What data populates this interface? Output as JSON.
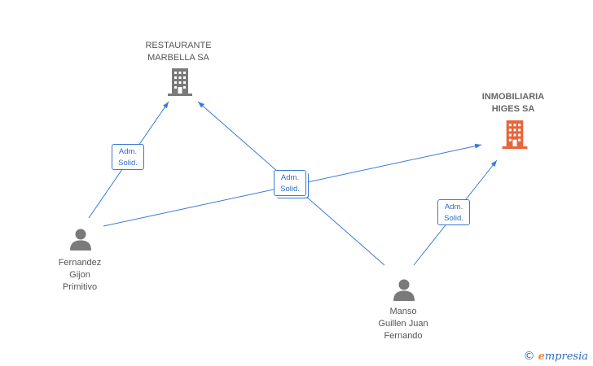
{
  "companies": {
    "restaurante": {
      "label": "RESTAURANTE\nMARBELLA SA",
      "icon": "building-icon",
      "color": "#7a7a7a"
    },
    "inmobiliaria": {
      "label": "INMOBILIARIA\nHIGES SA",
      "icon": "building-icon",
      "color": "#e8643a"
    }
  },
  "persons": {
    "fernandez": {
      "label": "Fernandez\nGijon\nPrimitivo",
      "icon": "person-icon",
      "color": "#7a7a7a"
    },
    "manso": {
      "label": "Manso\nGuillen Juan\nFernando",
      "icon": "person-icon",
      "color": "#7a7a7a"
    }
  },
  "edges": {
    "fernandez_restaurante": {
      "line1": "Adm.",
      "line2": "Solid."
    },
    "center": {
      "line1": "Adm.",
      "line2": "Solid."
    },
    "manso_inmobiliaria": {
      "line1": "Adm.",
      "line2": "Solid."
    }
  },
  "colors": {
    "edge": "#3a7ad4",
    "accent": "#e8643a"
  },
  "watermark": {
    "symbol": "©",
    "brand_initial": "e",
    "brand_rest": "mpresia"
  }
}
